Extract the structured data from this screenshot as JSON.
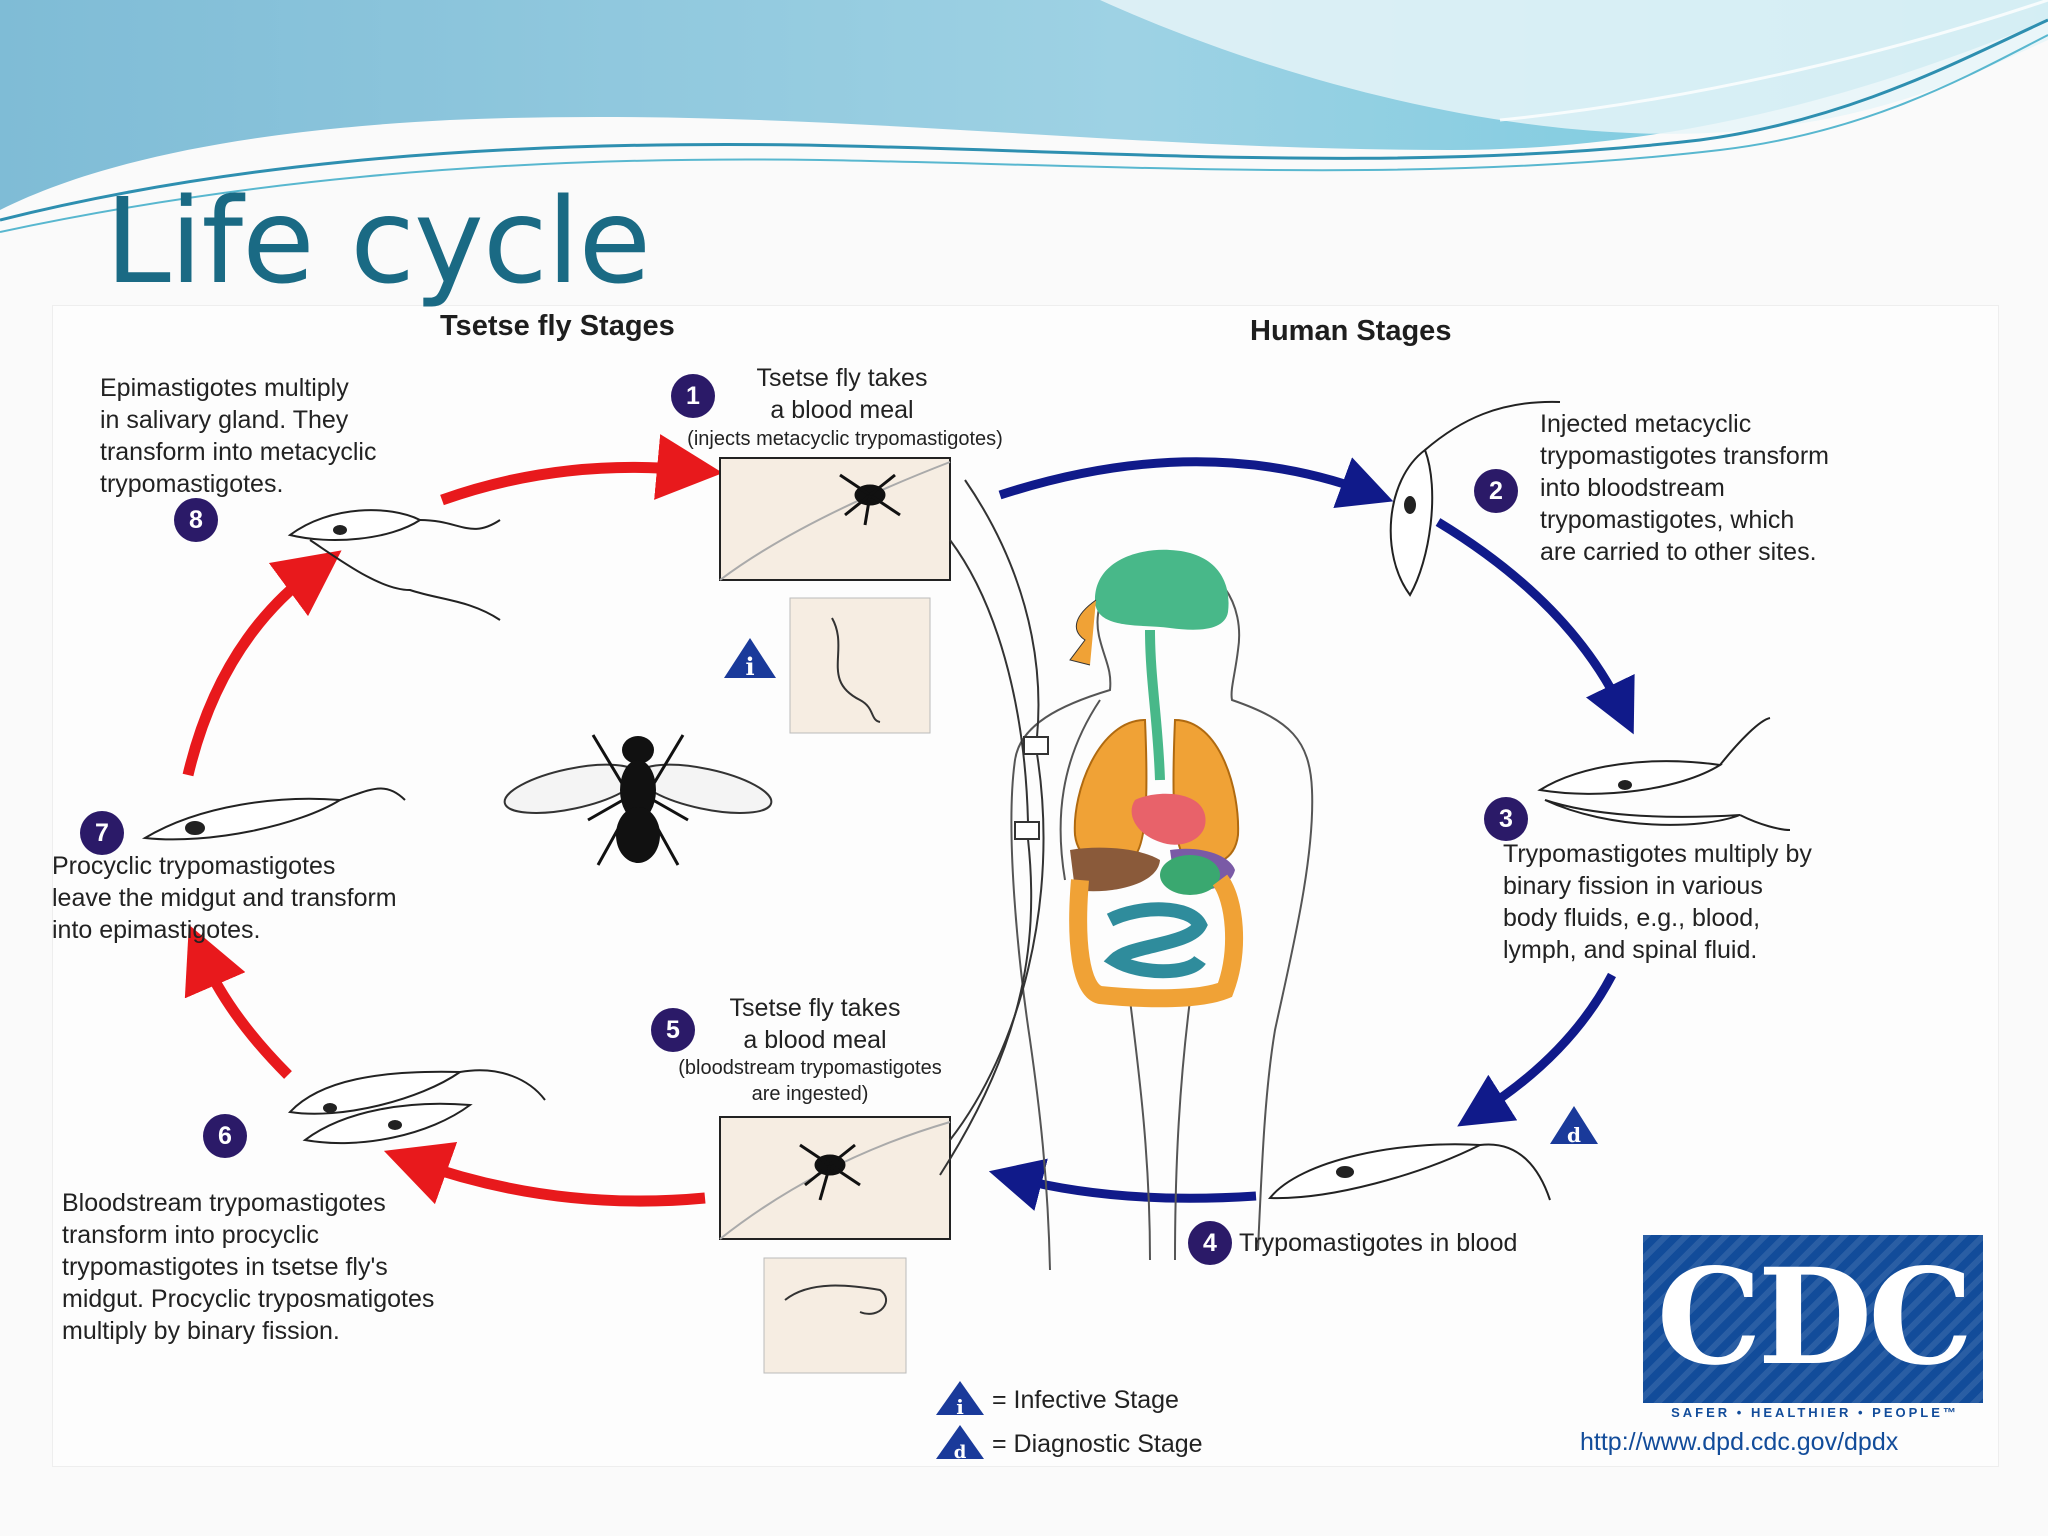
{
  "slide_title": "Life cycle",
  "headers": {
    "tsetse_fly": "Tsetse fly Stages",
    "human": "Human Stages"
  },
  "steps": [
    {
      "number": "1",
      "main": "Tsetse fly takes\na blood meal",
      "note": "(injects metacyclic trypomastigotes)"
    },
    {
      "number": "2",
      "text": "Injected metacyclic\ntrypomastigotes transform\ninto bloodstream\ntrypomastigotes, which\nare carried to other sites."
    },
    {
      "number": "3",
      "text": "Trypomastigotes multiply by\nbinary fission in various\nbody fluids, e.g., blood,\nlymph, and spinal fluid."
    },
    {
      "number": "4",
      "text": "Trypomastigotes in blood"
    },
    {
      "number": "5",
      "main": "Tsetse fly takes\na blood meal",
      "note": "(bloodstream trypomastigotes\nare ingested)"
    },
    {
      "number": "6",
      "text": "Bloodstream trypomastigotes\ntransform into procyclic\ntrypomastigotes in tsetse fly's\nmidgut. Procyclic tryposmatigotes\nmultiply by binary fission."
    },
    {
      "number": "7",
      "text": "Procyclic trypomastigotes\nleave the midgut and transform\ninto epimastigotes."
    },
    {
      "number": "8",
      "text": "Epimastigotes multiply\nin salivary gland. They\ntransform into metacyclic\ntrypomastigotes."
    }
  ],
  "legend": {
    "infective_symbol": "i",
    "infective_label": "= Infective Stage",
    "diagnostic_symbol": "d",
    "diagnostic_label": "= Diagnostic Stage"
  },
  "credit": {
    "logo": "CDC",
    "tagline": "SAFER • HEALTHIER • PEOPLE™",
    "url": "http://www.dpd.cdc.gov/dpdx"
  },
  "colors": {
    "title": "#1a6a84",
    "fly_arrows": "#e8191c",
    "human_arrows": "#101a8a",
    "step_badge": "#2b1a68",
    "triangle": "#1a3a9a",
    "cdc": "#124c9a"
  },
  "icons": [
    "tsetse-fly-icon",
    "human-body-icon",
    "trypanosome-icon"
  ]
}
